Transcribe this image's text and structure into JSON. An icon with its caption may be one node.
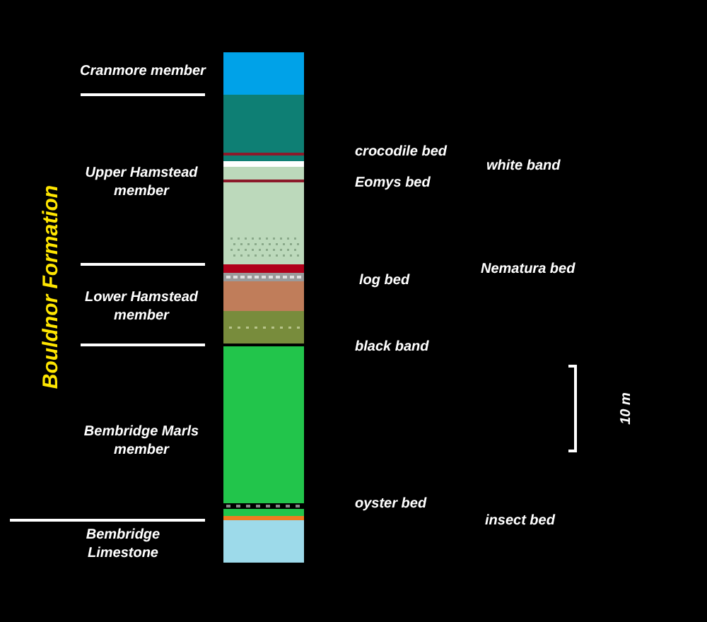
{
  "diagram": {
    "labels": [
      "Cranmore member",
      "crocodile bed",
      "white band",
      "Upper Hamstead member",
      "Eomys bed",
      "Bouldnor Formation",
      "Nematura bed",
      "log bed",
      "Lower Hamstead member",
      "black band",
      "10 m",
      "Bembridge Marls member",
      "oyster bed",
      "insect bed",
      "Bembridge Limestone"
    ]
  }
}
